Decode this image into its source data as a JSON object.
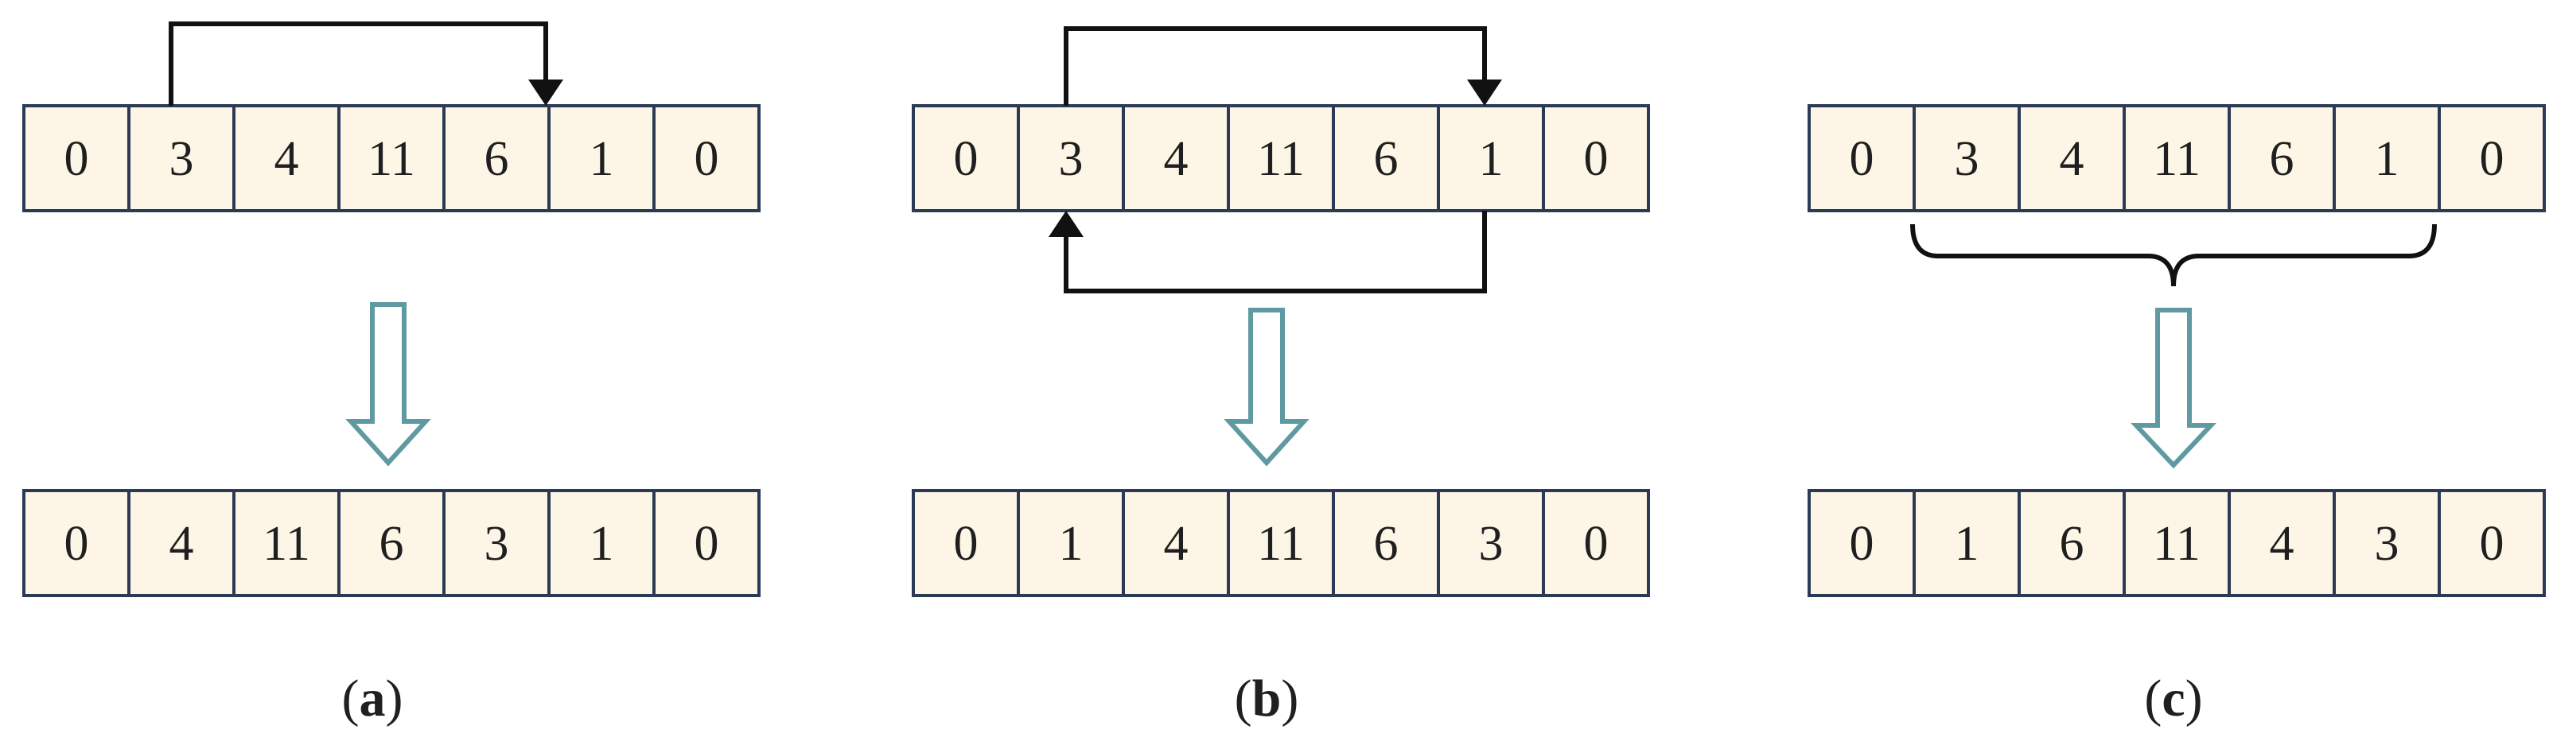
{
  "panels": [
    {
      "id": "a",
      "caption": "a",
      "before": [
        "0",
        "3",
        "4",
        "11",
        "6",
        "1",
        "0"
      ],
      "after": [
        "0",
        "4",
        "11",
        "6",
        "3",
        "1",
        "0"
      ]
    },
    {
      "id": "b",
      "caption": "b",
      "before": [
        "0",
        "3",
        "4",
        "11",
        "6",
        "1",
        "0"
      ],
      "after": [
        "0",
        "1",
        "4",
        "11",
        "6",
        "3",
        "0"
      ]
    },
    {
      "id": "c",
      "caption": "c",
      "before": [
        "0",
        "3",
        "4",
        "11",
        "6",
        "1",
        "0"
      ],
      "after": [
        "0",
        "1",
        "6",
        "11",
        "4",
        "3",
        "0"
      ]
    }
  ],
  "colors": {
    "cell_fill": "#fdf5e6",
    "cell_border": "#2b3a55",
    "connector": "#111111",
    "down_arrow": "#5f9aa3"
  }
}
